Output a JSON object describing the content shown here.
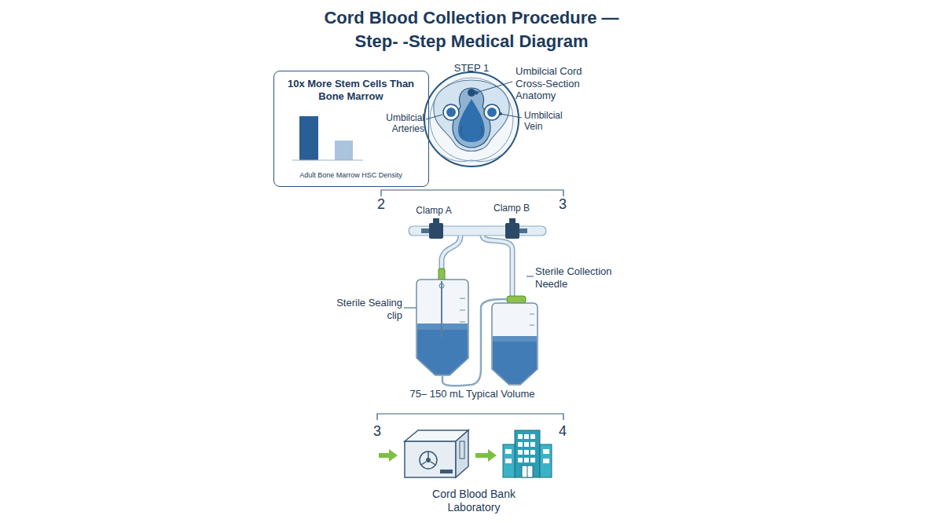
{
  "diagram": {
    "title": "Cord Blood Collection Procedure — Step- -Step Medical Diagram",
    "nodes": [
      {
        "text": [
          "10x More Stem Cells Than Bone Marrow",
          "Adult Bone Marrow HSC Density"
        ]
      }
    ],
    "labels": [
      "STEP 1",
      "Umbilcial Cord Cross-Section Anatomy",
      "Umbilcial Arteries",
      "Umbilcial Vein",
      "2",
      "3",
      "Clamp A",
      "Clamp B",
      "Sterile Collection Needle",
      "Sterile Sealing clip",
      "75– 150 mL Typical Volume",
      "3",
      "4",
      "Cord Blood Bank Laboratory"
    ]
  }
}
